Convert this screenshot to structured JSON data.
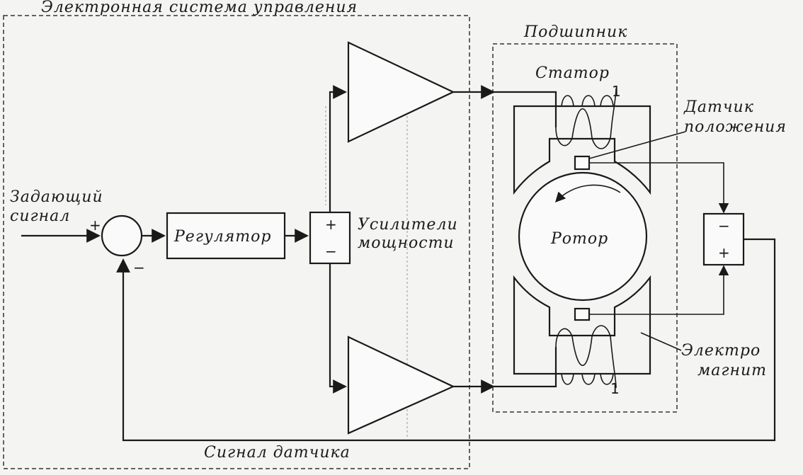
{
  "labels": {
    "control_system": "Электронная система управления",
    "bearing": "Подшипник",
    "stator": "Статор",
    "position_sensor_line1": "Датчик",
    "position_sensor_line2": "положения",
    "reference_line1": "Задающий",
    "reference_line2": "сигнал",
    "regulator": "Регулятор",
    "amplifiers_line1": "Усилители",
    "amplifiers_line2": "мощности",
    "rotor": "Ротор",
    "electromagnet_line1": "Электро",
    "electromagnet_line2": "магнит",
    "sensor_signal": "Сигнал датчика"
  },
  "signs": {
    "sum_plus": "+",
    "sum_minus": "−",
    "amp_plus": "+",
    "amp_minus": "−",
    "diff_minus": "−",
    "diff_plus": "+"
  },
  "marks": {
    "stator_mark": "1",
    "magnet_mark": "1"
  }
}
